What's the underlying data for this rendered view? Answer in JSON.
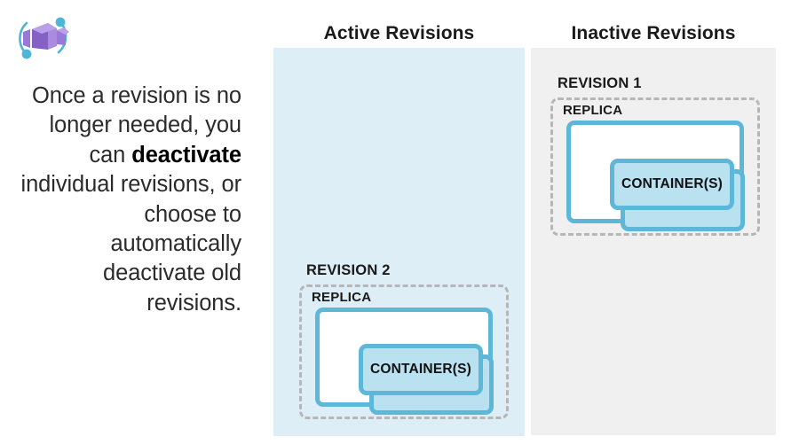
{
  "left_panel": {
    "logo_name": "azure-container-apps-logo",
    "body_text_parts": [
      "Once a revision is no longer needed, you can ",
      "deactivate",
      " individual revisions, or choose to automatically deactivate old revisions."
    ],
    "body_text_plain": "Once a revision is no longer needed, you can deactivate individual revisions, or choose to automatically deactivate old revisions.",
    "emphasis_word": "deactivate"
  },
  "columns": [
    {
      "id": "active",
      "header": "Active Revisions",
      "background_color": "#deeef7"
    },
    {
      "id": "inactive",
      "header": "Inactive Revisions",
      "background_color": "#f0f0f0"
    }
  ],
  "revisions": [
    {
      "id": "revision-1",
      "label": "REVISION 1",
      "column": "inactive",
      "replica_label": "REPLICA",
      "container_label": "CONTAINER(S)",
      "container_count_visual": 2
    },
    {
      "id": "revision-2",
      "label": "REVISION 2",
      "column": "active",
      "replica_label": "REPLICA",
      "container_label": "CONTAINER(S)",
      "container_count_visual": 2
    }
  ],
  "colors": {
    "accent_blue_border": "#5cb7d9",
    "container_fill": "#b9e1f0",
    "dashed_border": "#b6b6b6",
    "active_column": "#deeef7",
    "inactive_column": "#f0f0f0",
    "logo_purple": "#8661c5",
    "logo_cyan": "#50b6d8",
    "text": "#1a1a1a"
  }
}
